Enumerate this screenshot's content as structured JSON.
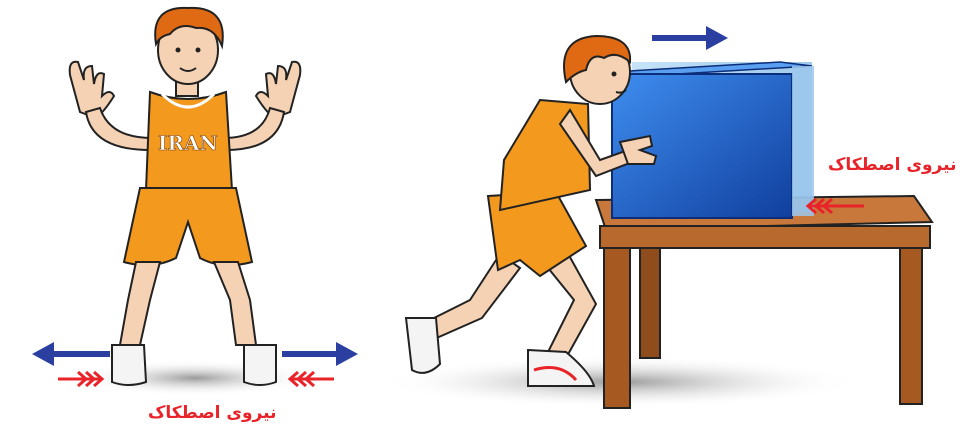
{
  "labels": {
    "friction_left": "نیروی اصطکاک",
    "friction_right": "نیروی اصطکاک",
    "jersey_text": "IRAN"
  },
  "colors": {
    "force_arrow": "#2a3fa0",
    "friction_arrow": "#e8242a",
    "box": "#1f5fd1",
    "table": "#b86a2e",
    "jersey": "#f39a1e",
    "hair": "#e06a14",
    "skin": "#f6d2b4"
  },
  "icons": [
    "force-arrow-icon",
    "friction-arrow-icon"
  ]
}
